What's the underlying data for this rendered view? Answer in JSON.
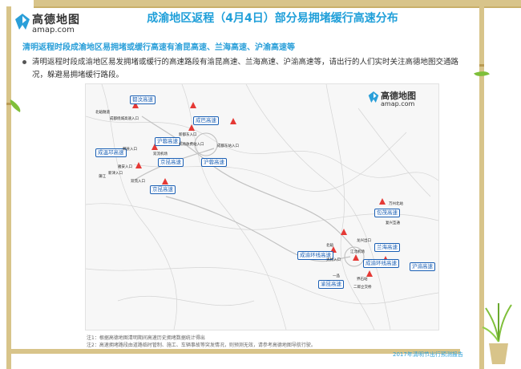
{
  "brand": {
    "cn": "高德地图",
    "en": "amap.com"
  },
  "title": "成渝地区返程（4月4日）部分易拥堵缓行高速分布",
  "subtitle": "清明返程时段成渝地区易拥堵或缓行高速有渝昆高速、兰海高速、沪渝高速等",
  "bullet": "清明返程时段成渝地区易发拥堵或缓行的高速路段有渝昆高速、兰海高速、沪渝高速等，请出行的人们实时关注高德地图交通路况，躲避易拥堵缓行路段。",
  "map": {
    "brand": {
      "cn": "高德地图",
      "en": "amap.com"
    },
    "highways": [
      {
        "id": "h1",
        "label": "都汶高速"
      },
      {
        "id": "h2",
        "label": "成巴高速"
      },
      {
        "id": "h3",
        "label": "沪蓉高速"
      },
      {
        "id": "h4",
        "label": "成温邛高速"
      },
      {
        "id": "h5",
        "label": "京昆高速"
      },
      {
        "id": "h6",
        "label": "沪蓉高速"
      },
      {
        "id": "h7",
        "label": "京昆高速"
      },
      {
        "id": "h8",
        "label": "包茂高速"
      },
      {
        "id": "h9",
        "label": "兰海高速"
      },
      {
        "id": "h10",
        "label": "成渝环线高速"
      },
      {
        "id": "h11",
        "label": "成渝环线高速"
      },
      {
        "id": "h12",
        "label": "沪渝高速"
      },
      {
        "id": "h13",
        "label": "渝昆高速"
      }
    ],
    "places": [
      {
        "id": "p1",
        "label": "北碚隧道"
      },
      {
        "id": "p2",
        "label": "成都绕城高速入口"
      },
      {
        "id": "p3",
        "label": "新都东入口"
      },
      {
        "id": "p4",
        "label": "机场收费站入口"
      },
      {
        "id": "p5",
        "label": "郫县入口"
      },
      {
        "id": "p6",
        "label": "成都东站入口"
      },
      {
        "id": "p7",
        "label": "双流机场"
      },
      {
        "id": "p8",
        "label": "雅安入口"
      },
      {
        "id": "p9",
        "label": "新津入口"
      },
      {
        "id": "p10",
        "label": "双流入口"
      },
      {
        "id": "p11",
        "label": "蒲江"
      },
      {
        "id": "p12",
        "label": "万州北站"
      },
      {
        "id": "p13",
        "label": "复兴互通"
      },
      {
        "id": "p14",
        "label": "北碚"
      },
      {
        "id": "p15",
        "label": "龙兴出口"
      },
      {
        "id": "p16",
        "label": "江北机场"
      },
      {
        "id": "p17",
        "label": "大竹入口"
      },
      {
        "id": "p18",
        "label": "界石站"
      },
      {
        "id": "p19",
        "label": "一品"
      },
      {
        "id": "p20",
        "label": "二郎立交桥"
      }
    ]
  },
  "notes": [
    "注1：根据高德地图清明期间高速历史拥堵数据统计得出",
    "注2：高速拥堵路段由道路临时管制、施工、车辆事故等突发情况，则预测无效，请参考高德地图导航行驶。"
  ],
  "footer": "2017年清明节出行预测报告",
  "colors": {
    "title": "#1f9fd9",
    "highway": "#1a5fb4",
    "frame": "#d8c48a"
  }
}
